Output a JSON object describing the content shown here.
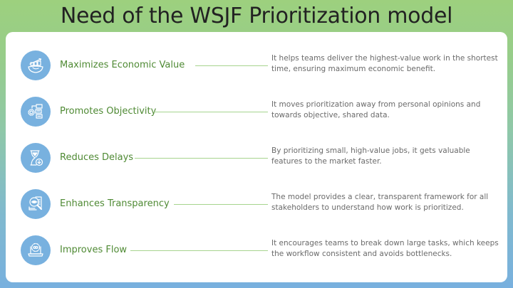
{
  "title": "Need of the WSJF Prioritization model",
  "colors": {
    "label_green": "#4f8a34",
    "icon_blue": "#78b1df",
    "line_green": "#a6d48e",
    "desc_gray": "#6a6a6a"
  },
  "items": [
    {
      "icon": "growth-globe-icon",
      "label": "Maximizes Economic Value",
      "description": "It helps teams deliver the highest-value work in the shortest time, ensuring maximum economic benefit."
    },
    {
      "icon": "gear-checklist-icon",
      "label": "Promotes Objectivity",
      "description": "It moves prioritization away from personal opinions and towards objective, shared data."
    },
    {
      "icon": "hourglass-download-icon",
      "label": "Reduces Delays",
      "description": "By prioritizing small, high-value jobs, it gets valuable features to the market faster."
    },
    {
      "icon": "magnifier-document-icon",
      "label": "Enhances Transparency",
      "description": "The model provides a clear, transparent framework for all stakeholders to understand how work is prioritized."
    },
    {
      "icon": "laptop-cycle-icon",
      "label": "Improves Flow",
      "description": "It encourages teams to break down large tasks, which keeps the workflow consistent and avoids bottlenecks."
    }
  ]
}
